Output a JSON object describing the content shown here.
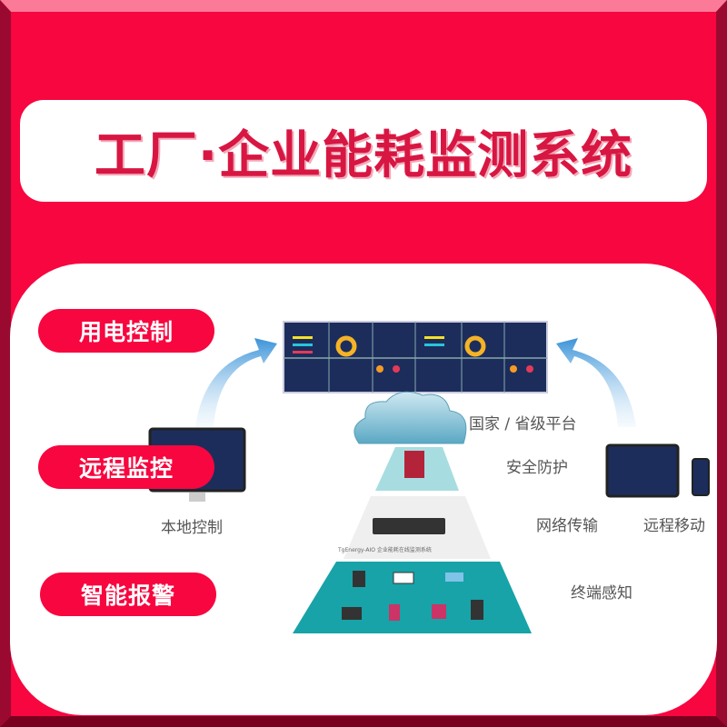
{
  "title": "工厂·企业能耗监测系统",
  "features": [
    "用电控制",
    "远程监控",
    "智能报警"
  ],
  "layers": [
    "国家 / 省级平台",
    "安全防护",
    "网络传输",
    "终端感知"
  ],
  "clients": {
    "local": "本地控制",
    "mobile": "远程移动"
  },
  "device_caption": "TgEnergy-AIO 企业能耗在线监测系统",
  "colors": {
    "frame": "#f7063f",
    "title": "#d81642",
    "teal": "#17a3a8",
    "screen": "#1c2d5c"
  }
}
